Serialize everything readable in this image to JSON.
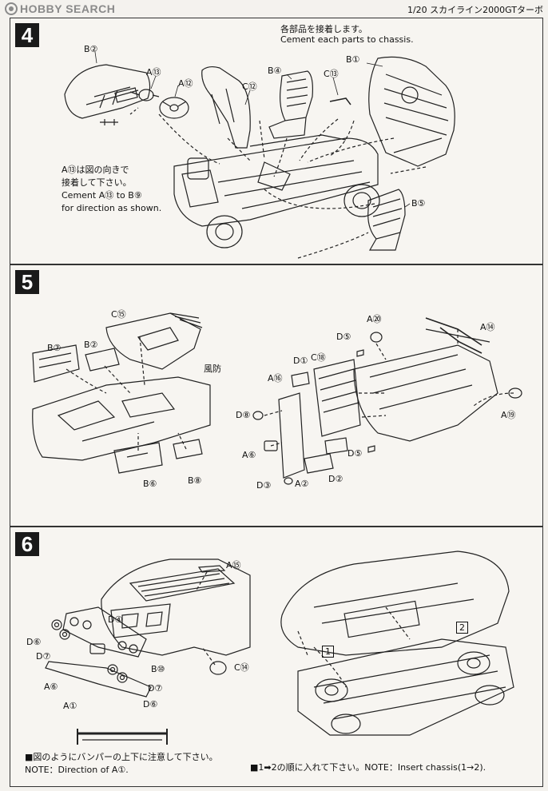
{
  "header": {
    "logo_text": "HOBBY SEARCH",
    "title": "1/20 スカイライン2000GTターボ"
  },
  "step4": {
    "number": "4",
    "note_jp": "各部品を接着します。",
    "note_en": "Cement each parts to chassis.",
    "labels": {
      "b2": "B②",
      "a13": "A⑬",
      "a12": "A⑫",
      "c12": "C⑫",
      "b4": "B④",
      "c13": "C⑬",
      "b1": "B①",
      "b5": "B⑤"
    },
    "cement_jp_1": "A⑬は図の向きで",
    "cement_jp_2": "接着して下さい。",
    "cement_en_1": "Cement A⑬ to B⑨",
    "cement_en_2": "for direction as shown."
  },
  "step5": {
    "number": "5",
    "labels": {
      "c15": "C⑮",
      "b7": "B⑦",
      "b2": "B②",
      "fuubou": "風防",
      "b6": "B⑥",
      "b8": "B⑧",
      "a20": "A⑳",
      "d5_top": "D⑤",
      "a14": "A⑭",
      "d1": "D①",
      "c18": "C⑱",
      "a16": "A⑯",
      "d8": "D⑧",
      "a6": "A⑥",
      "d3": "D③",
      "a2": "A②",
      "d2": "D②",
      "d5_bottom": "D⑤",
      "a19": "A⑲"
    }
  },
  "step6": {
    "number": "6",
    "labels": {
      "a15": "A⑮",
      "d4": "D④",
      "d6_top": "D⑥",
      "d7_top": "D⑦",
      "a6": "A⑥",
      "a1": "A①",
      "b10": "B⑩",
      "d7_bottom": "D⑦",
      "d6_bottom": "D⑥",
      "c14": "C⑭",
      "box1": "1",
      "box2": "2"
    },
    "bumper_note_jp": "■図のようにバンパーの上下に注意して下さい。",
    "bumper_note_en": "NOTE：Direction of A①.",
    "insert_note": "■1➡2の順に入れて下さい。NOTE：Insert chassis(1→2)."
  }
}
